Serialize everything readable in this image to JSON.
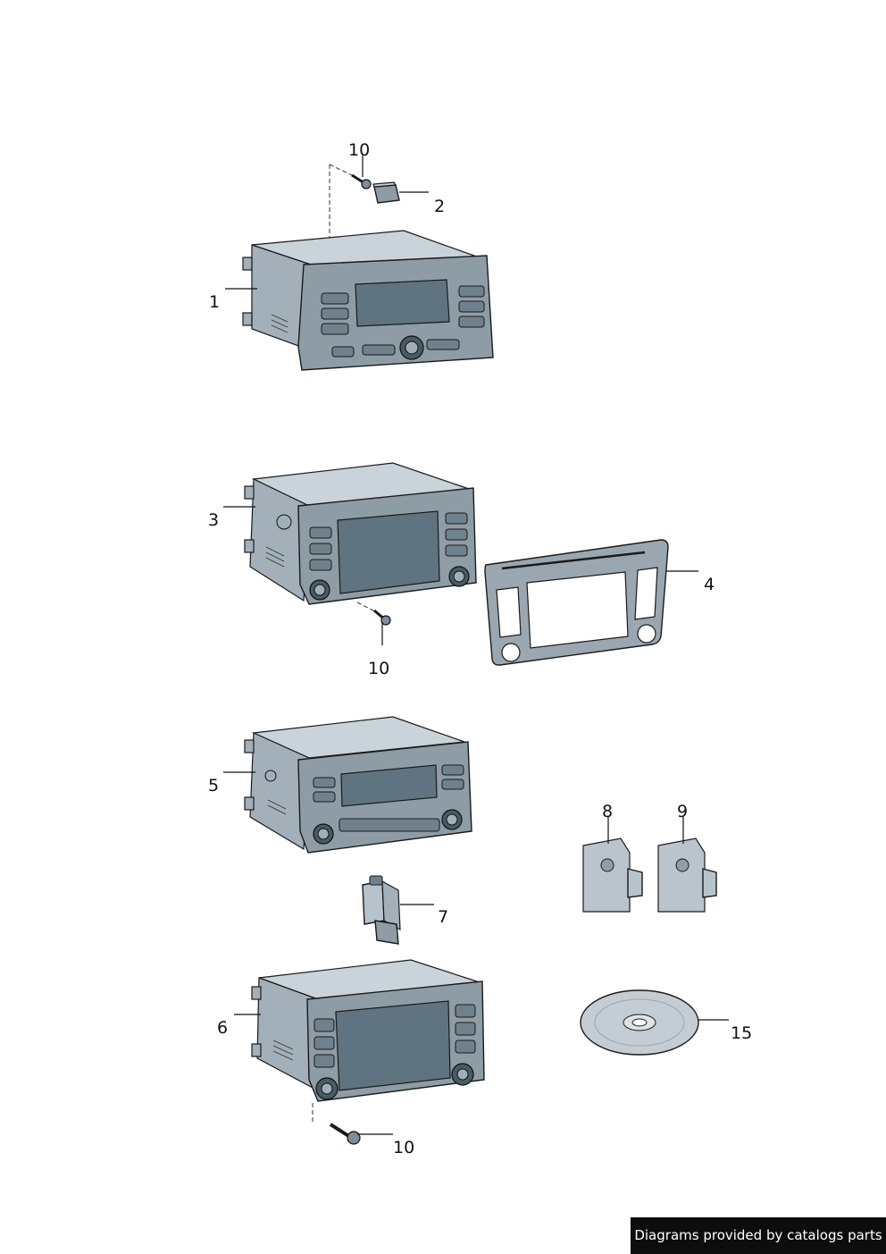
{
  "callouts": {
    "c1": "1",
    "c2": "2",
    "c3": "3",
    "c4": "4",
    "c5": "5",
    "c6": "6",
    "c7": "7",
    "c8": "8",
    "c9": "9",
    "c10a": "10",
    "c10b": "10",
    "c10c": "10",
    "c15": "15"
  },
  "footer": {
    "credit": "Diagrams provided by catalogs parts",
    "background": "#0d0d0d",
    "text_color": "#ffffff"
  },
  "colors": {
    "part_body": "#b7c3cb",
    "screen": "#5f7480",
    "outline": "#1a1a1a"
  }
}
